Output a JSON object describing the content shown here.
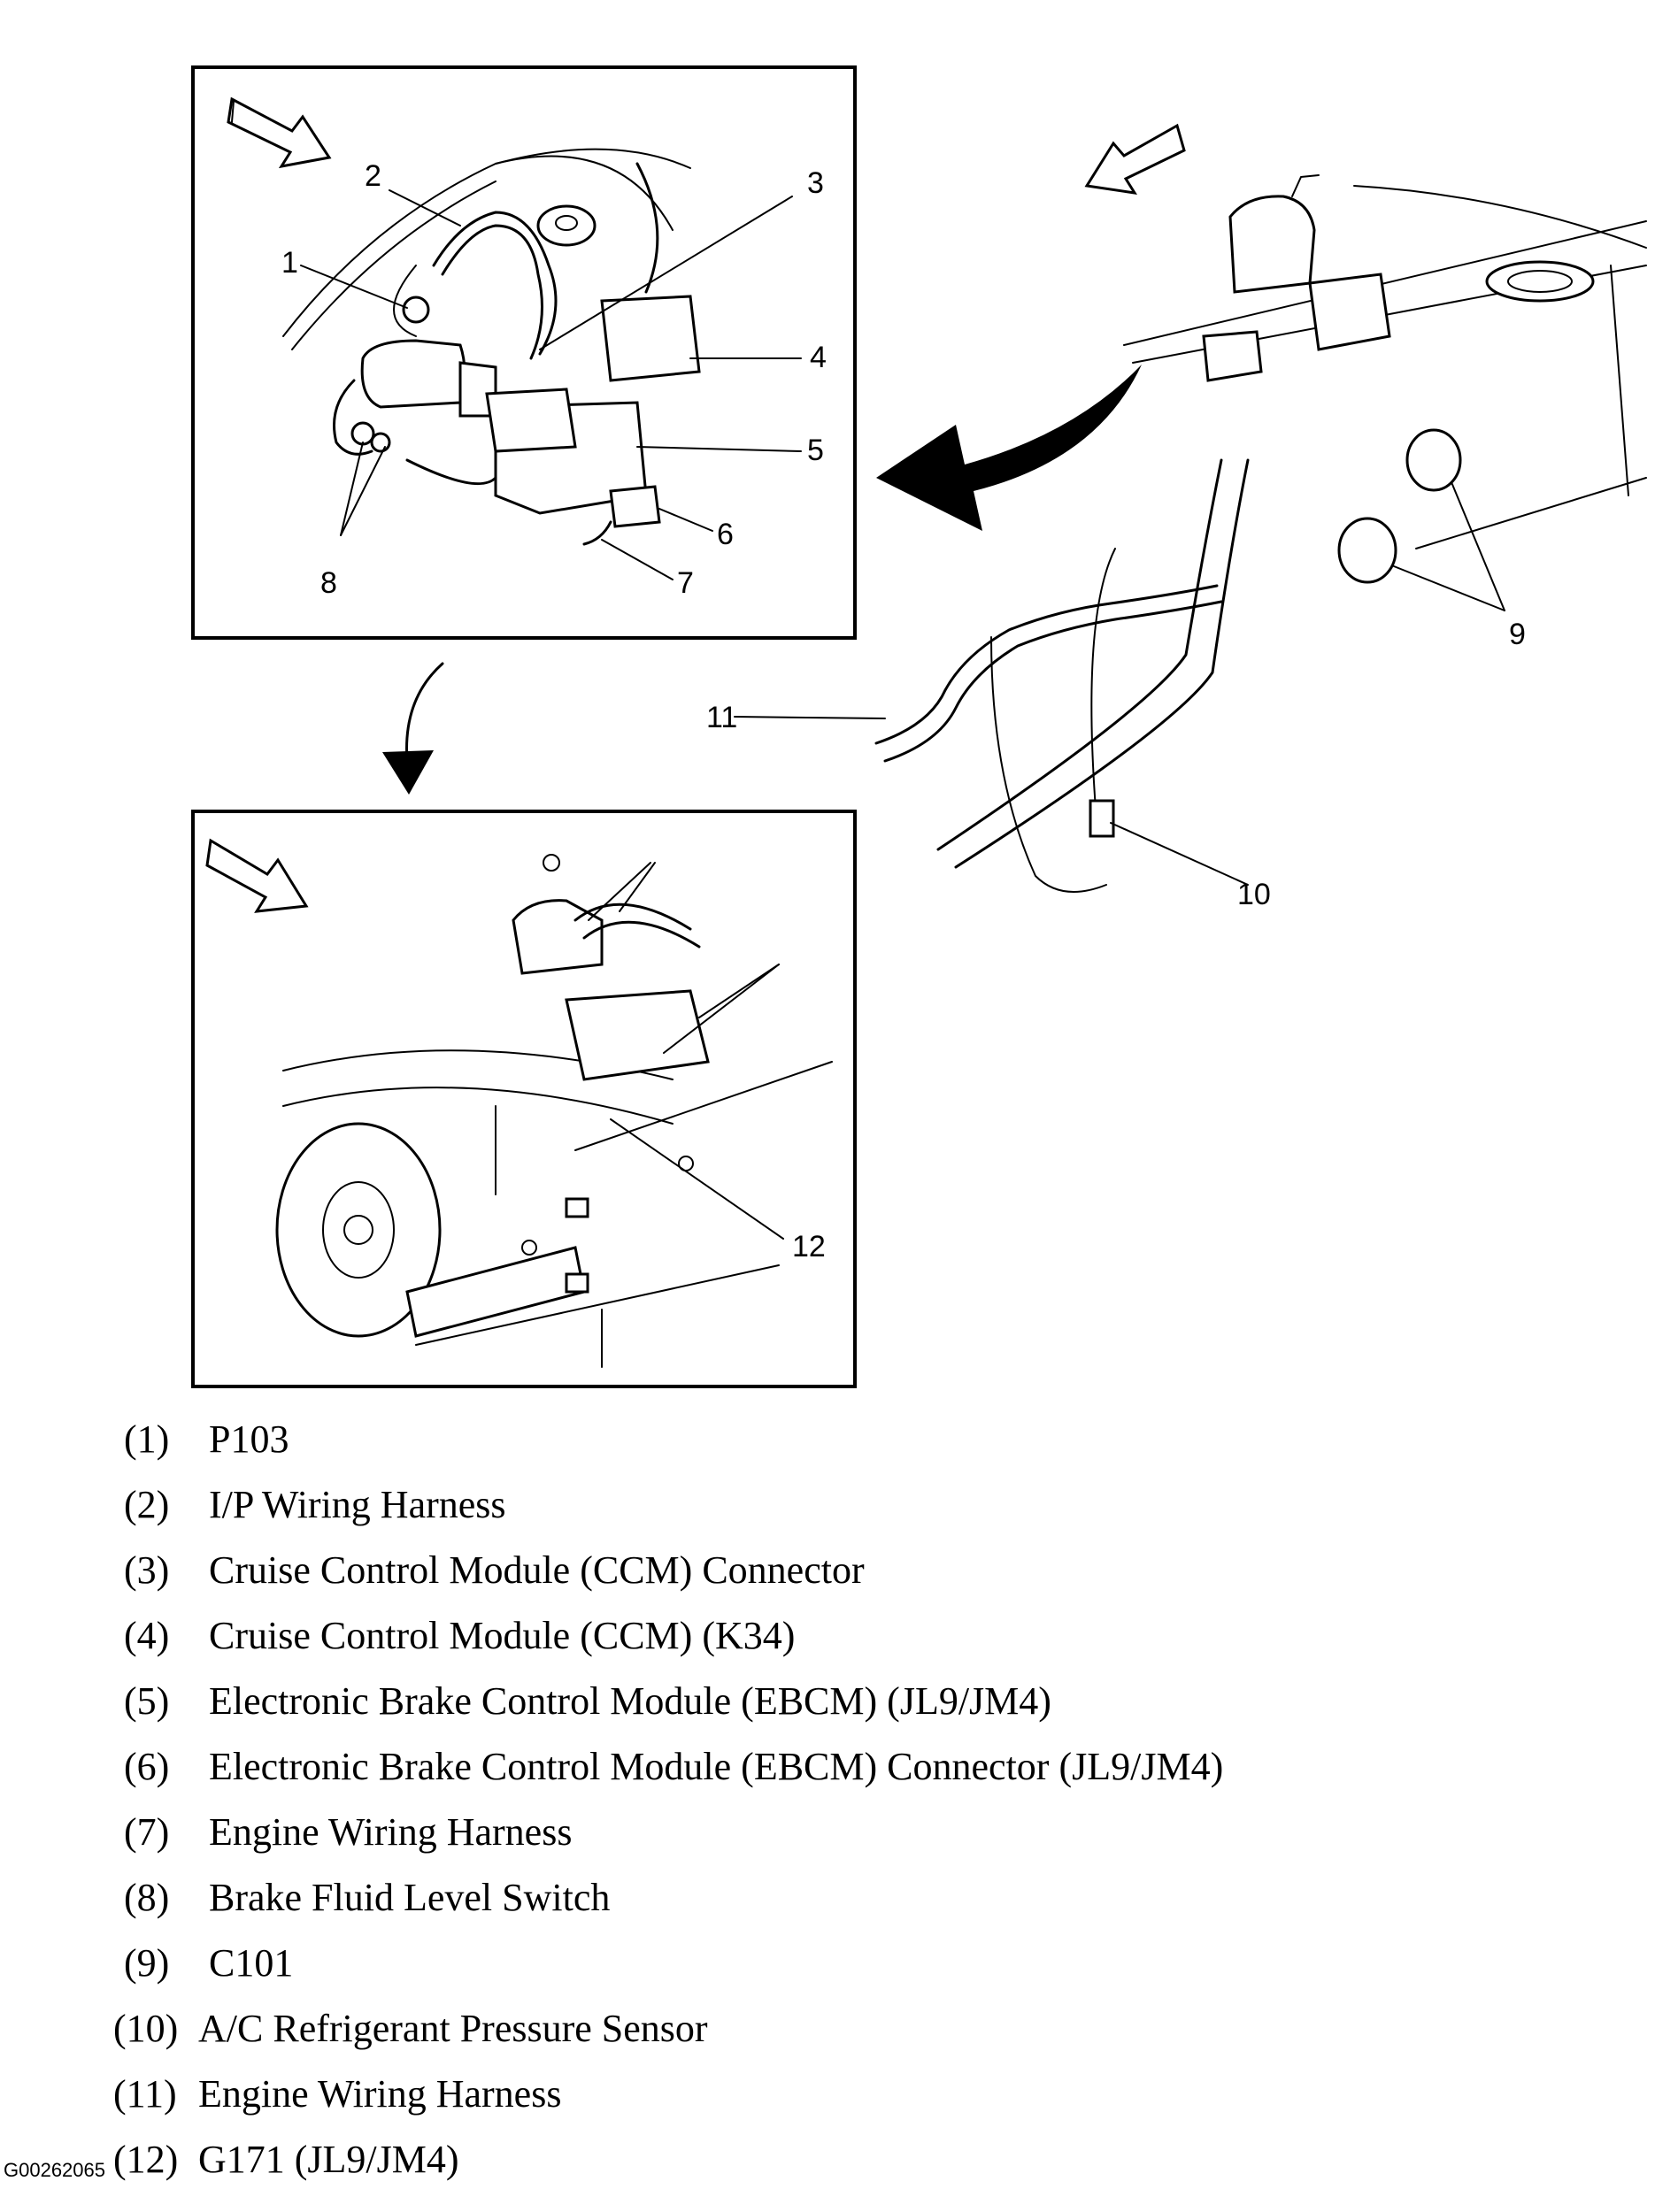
{
  "figure_id": "G00262065",
  "callouts": [
    "1",
    "2",
    "3",
    "4",
    "5",
    "6",
    "7",
    "8",
    "9",
    "10",
    "11",
    "12"
  ],
  "legend": [
    {
      "num": "(1)",
      "text": "P103"
    },
    {
      "num": "(2)",
      "text": "I/P Wiring Harness"
    },
    {
      "num": "(3)",
      "text": "Cruise Control Module (CCM) Connector"
    },
    {
      "num": "(4)",
      "text": "Cruise Control Module (CCM) (K34)"
    },
    {
      "num": "(5)",
      "text": "Electronic Brake Control Module (EBCM) (JL9/JM4)"
    },
    {
      "num": "(6)",
      "text": "Electronic Brake Control Module (EBCM) Connector (JL9/JM4)"
    },
    {
      "num": "(7)",
      "text": "Engine Wiring Harness"
    },
    {
      "num": "(8)",
      "text": "Brake Fluid Level Switch"
    },
    {
      "num": "(9)",
      "text": "C101"
    },
    {
      "num": "(10)",
      "text": "A/C Refrigerant Pressure Sensor"
    },
    {
      "num": "(11)",
      "text": "Engine Wiring Harness"
    },
    {
      "num": "(12)",
      "text": "G171 (JL9/JM4)"
    }
  ]
}
